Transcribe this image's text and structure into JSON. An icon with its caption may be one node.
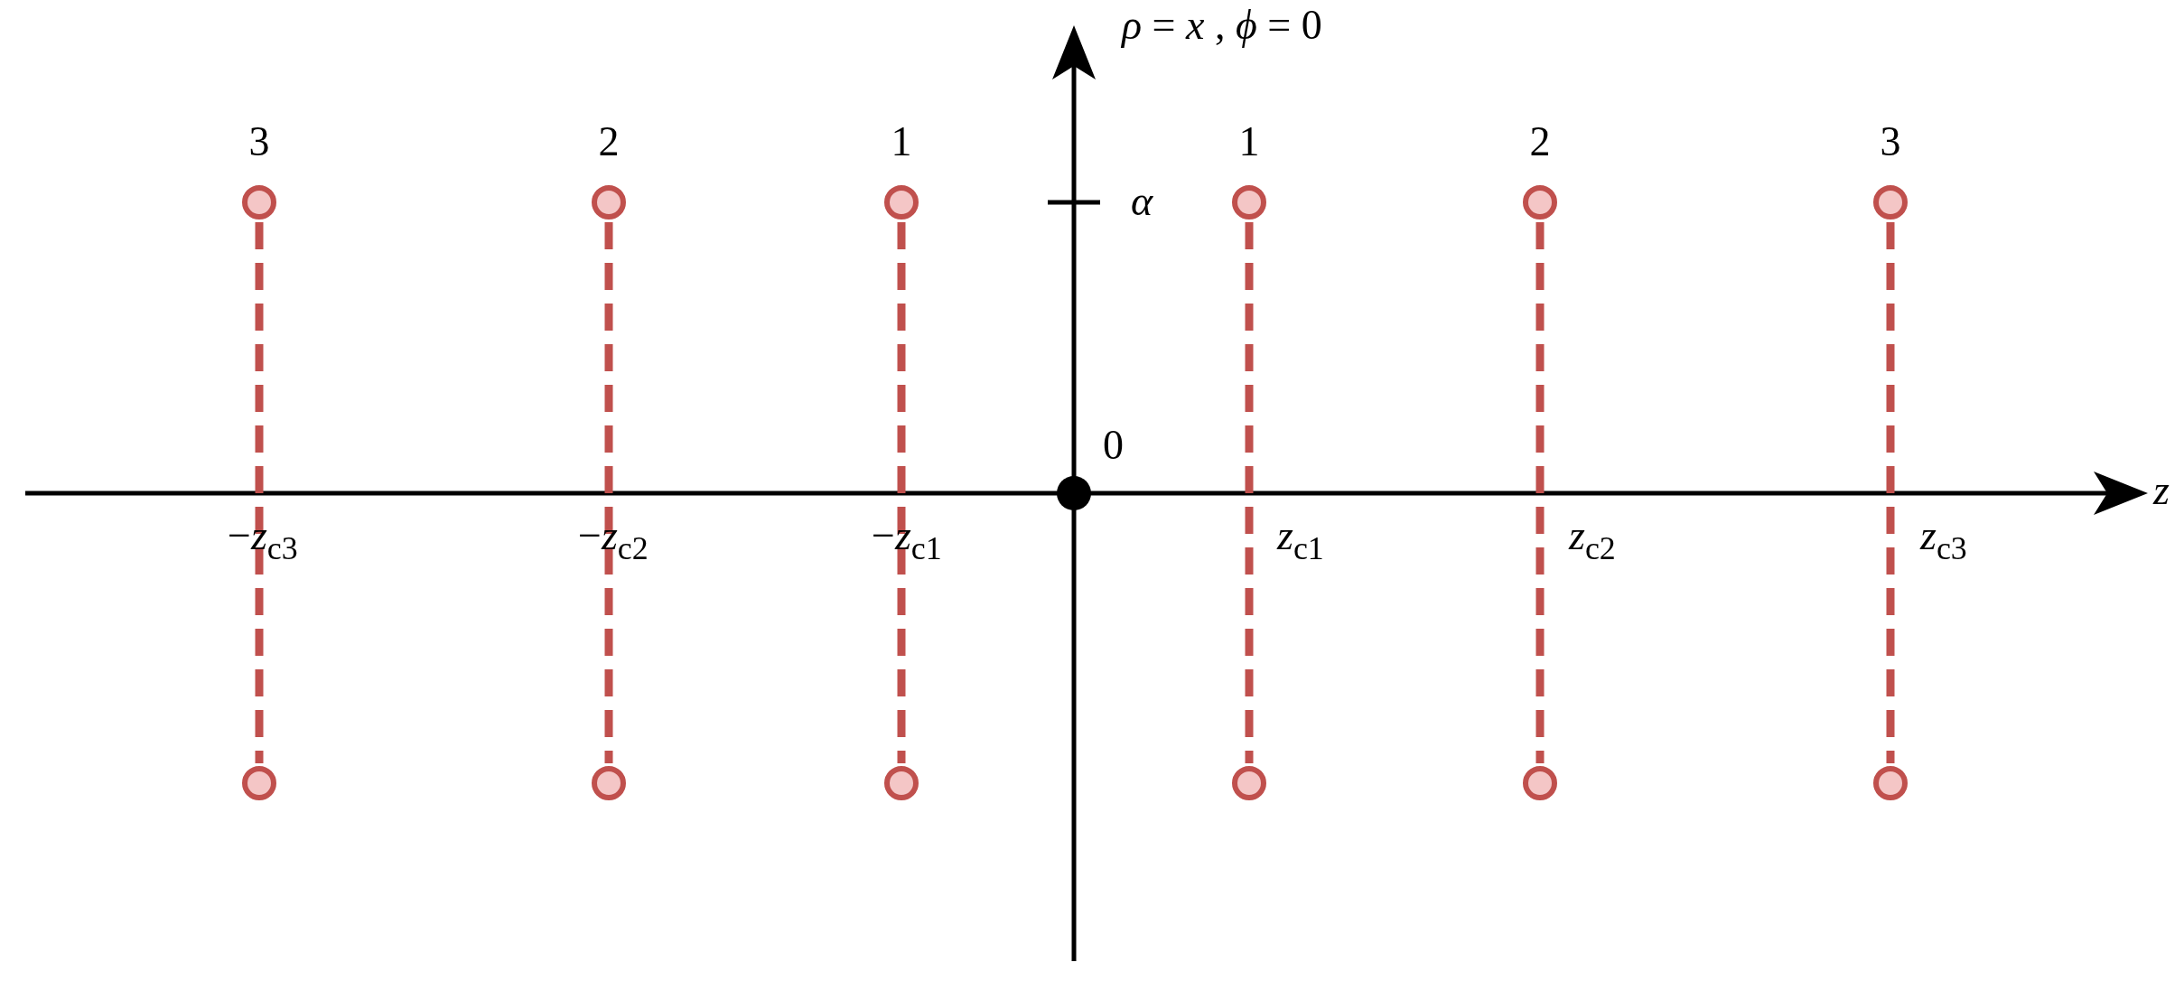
{
  "diagram": {
    "nodes": [
      {
        "text": [],
        "shape": "circle",
        "beside": [
          "3"
        ]
      },
      {
        "text": [],
        "shape": "circle",
        "beside": [
          "2"
        ]
      },
      {
        "text": [],
        "shape": "circle",
        "beside": [
          "1"
        ]
      },
      {
        "text": [],
        "shape": "circle",
        "beside": [
          "1"
        ]
      },
      {
        "text": [],
        "shape": "circle",
        "beside": [
          "2"
        ]
      },
      {
        "text": [],
        "shape": "circle",
        "beside": [
          "3"
        ]
      },
      {
        "text": [],
        "shape": "circle"
      },
      {
        "text": [],
        "shape": "circle"
      },
      {
        "text": [],
        "shape": "circle"
      },
      {
        "text": [],
        "shape": "circle"
      },
      {
        "text": [],
        "shape": "circle"
      },
      {
        "text": [],
        "shape": "circle"
      }
    ],
    "edges": [
      {
        "from": 0,
        "to": 6,
        "arrow": "none",
        "style": "dashed"
      },
      {
        "from": 1,
        "to": 7,
        "arrow": "none",
        "style": "dashed"
      },
      {
        "from": 2,
        "to": 8,
        "arrow": "none",
        "style": "dashed"
      },
      {
        "from": 3,
        "to": 9,
        "arrow": "none",
        "style": "dashed"
      },
      {
        "from": 4,
        "to": 10,
        "arrow": "none",
        "style": "dashed"
      },
      {
        "from": 5,
        "to": 11,
        "arrow": "none",
        "style": "dashed"
      }
    ],
    "labels": [
      "*ρ* = *x* , *ϕ* = 0",
      "α",
      "0",
      "z",
      "−*z*$_{c3}$",
      "−*z*$_{c2}$",
      "−*z*$_{c1}$",
      "*z*$_{c1}$",
      "*z*$_{c2}$",
      "*z*$_{c3}$"
    ]
  }
}
